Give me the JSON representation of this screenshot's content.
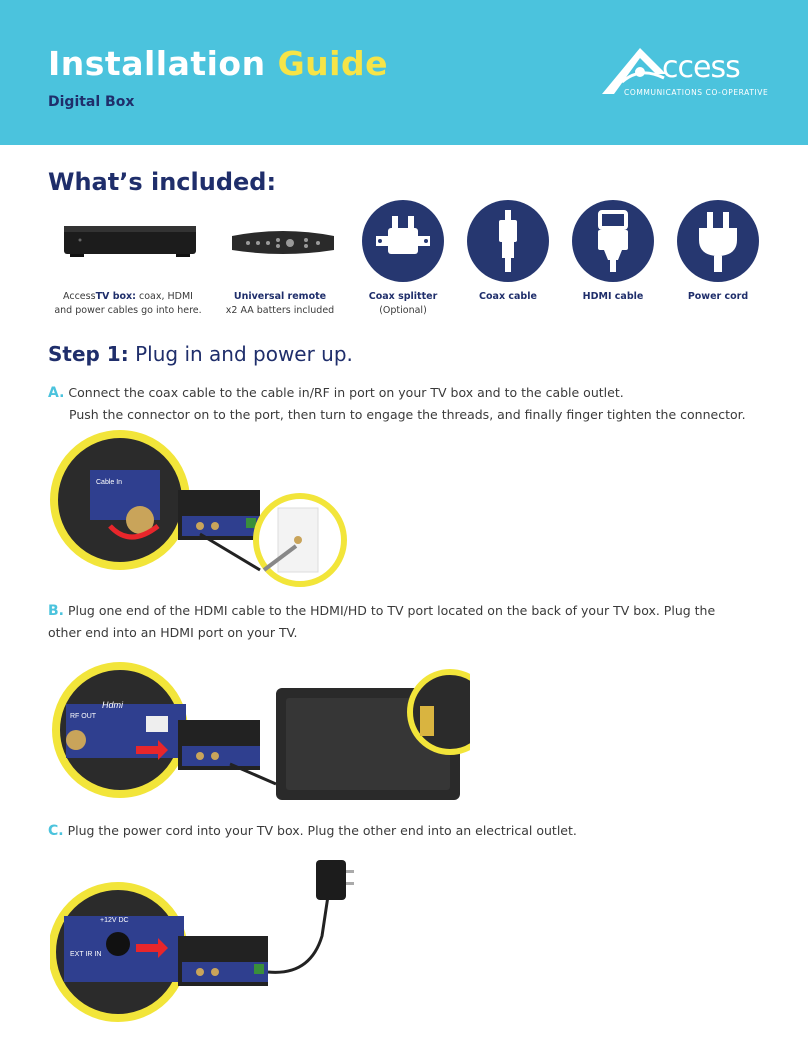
{
  "header": {
    "title_part1": "Installation ",
    "title_part2": "Guide",
    "subtitle": "Digital Box",
    "logo_text": "ccess",
    "logo_sub": "COMMUNICATIONS CO-OPERATIVE"
  },
  "included": {
    "heading": "What’s included:",
    "items": [
      {
        "name_prefix": "Access",
        "name": "TV box:",
        "desc": " coax, HDMI",
        "desc2": "and power cables go into here."
      },
      {
        "name": "Universal remote",
        "desc": "x2 AA batters included"
      },
      {
        "name": "Coax splitter",
        "desc": "(Optional)",
        "icon": "coax-splitter-icon"
      },
      {
        "name": "Coax cable",
        "icon": "coax-cable-icon"
      },
      {
        "name": "HDMI cable",
        "icon": "hdmi-cable-icon"
      },
      {
        "name": "Power cord",
        "icon": "power-cord-icon"
      }
    ]
  },
  "step1": {
    "label": "Step 1:",
    "title": " Plug in and power up.",
    "a": {
      "letter": "A.",
      "line1": " Connect the coax cable to the cable in/RF in port on your TV box and to the cable outlet.",
      "line2": "Push the connector on to the port, then turn to engage the threads, and finally finger tighten the connector."
    },
    "b": {
      "letter": "B.",
      "line1": " Plug one end of the HDMI cable to the HDMI/HD to TV port located on the back of your TV box. Plug the",
      "line2": "other end into an HDMI port on your TV."
    },
    "c": {
      "letter": "C.",
      "line1": " Plug the power cord into your TV box. Plug the other end into an electrical outlet."
    }
  },
  "illus": {
    "cable_in": "Cable In",
    "rf_out": "RF OUT",
    "hdmi": "Hdmi",
    "dc": "+12V DC",
    "ext": "EXT IR IN"
  },
  "colors": {
    "header": "#4bc3dd",
    "navy": "#1f2e6b",
    "yellow": "#f6e447",
    "highlight_ring": "#f2e53a",
    "arrow": "#e8262b"
  }
}
